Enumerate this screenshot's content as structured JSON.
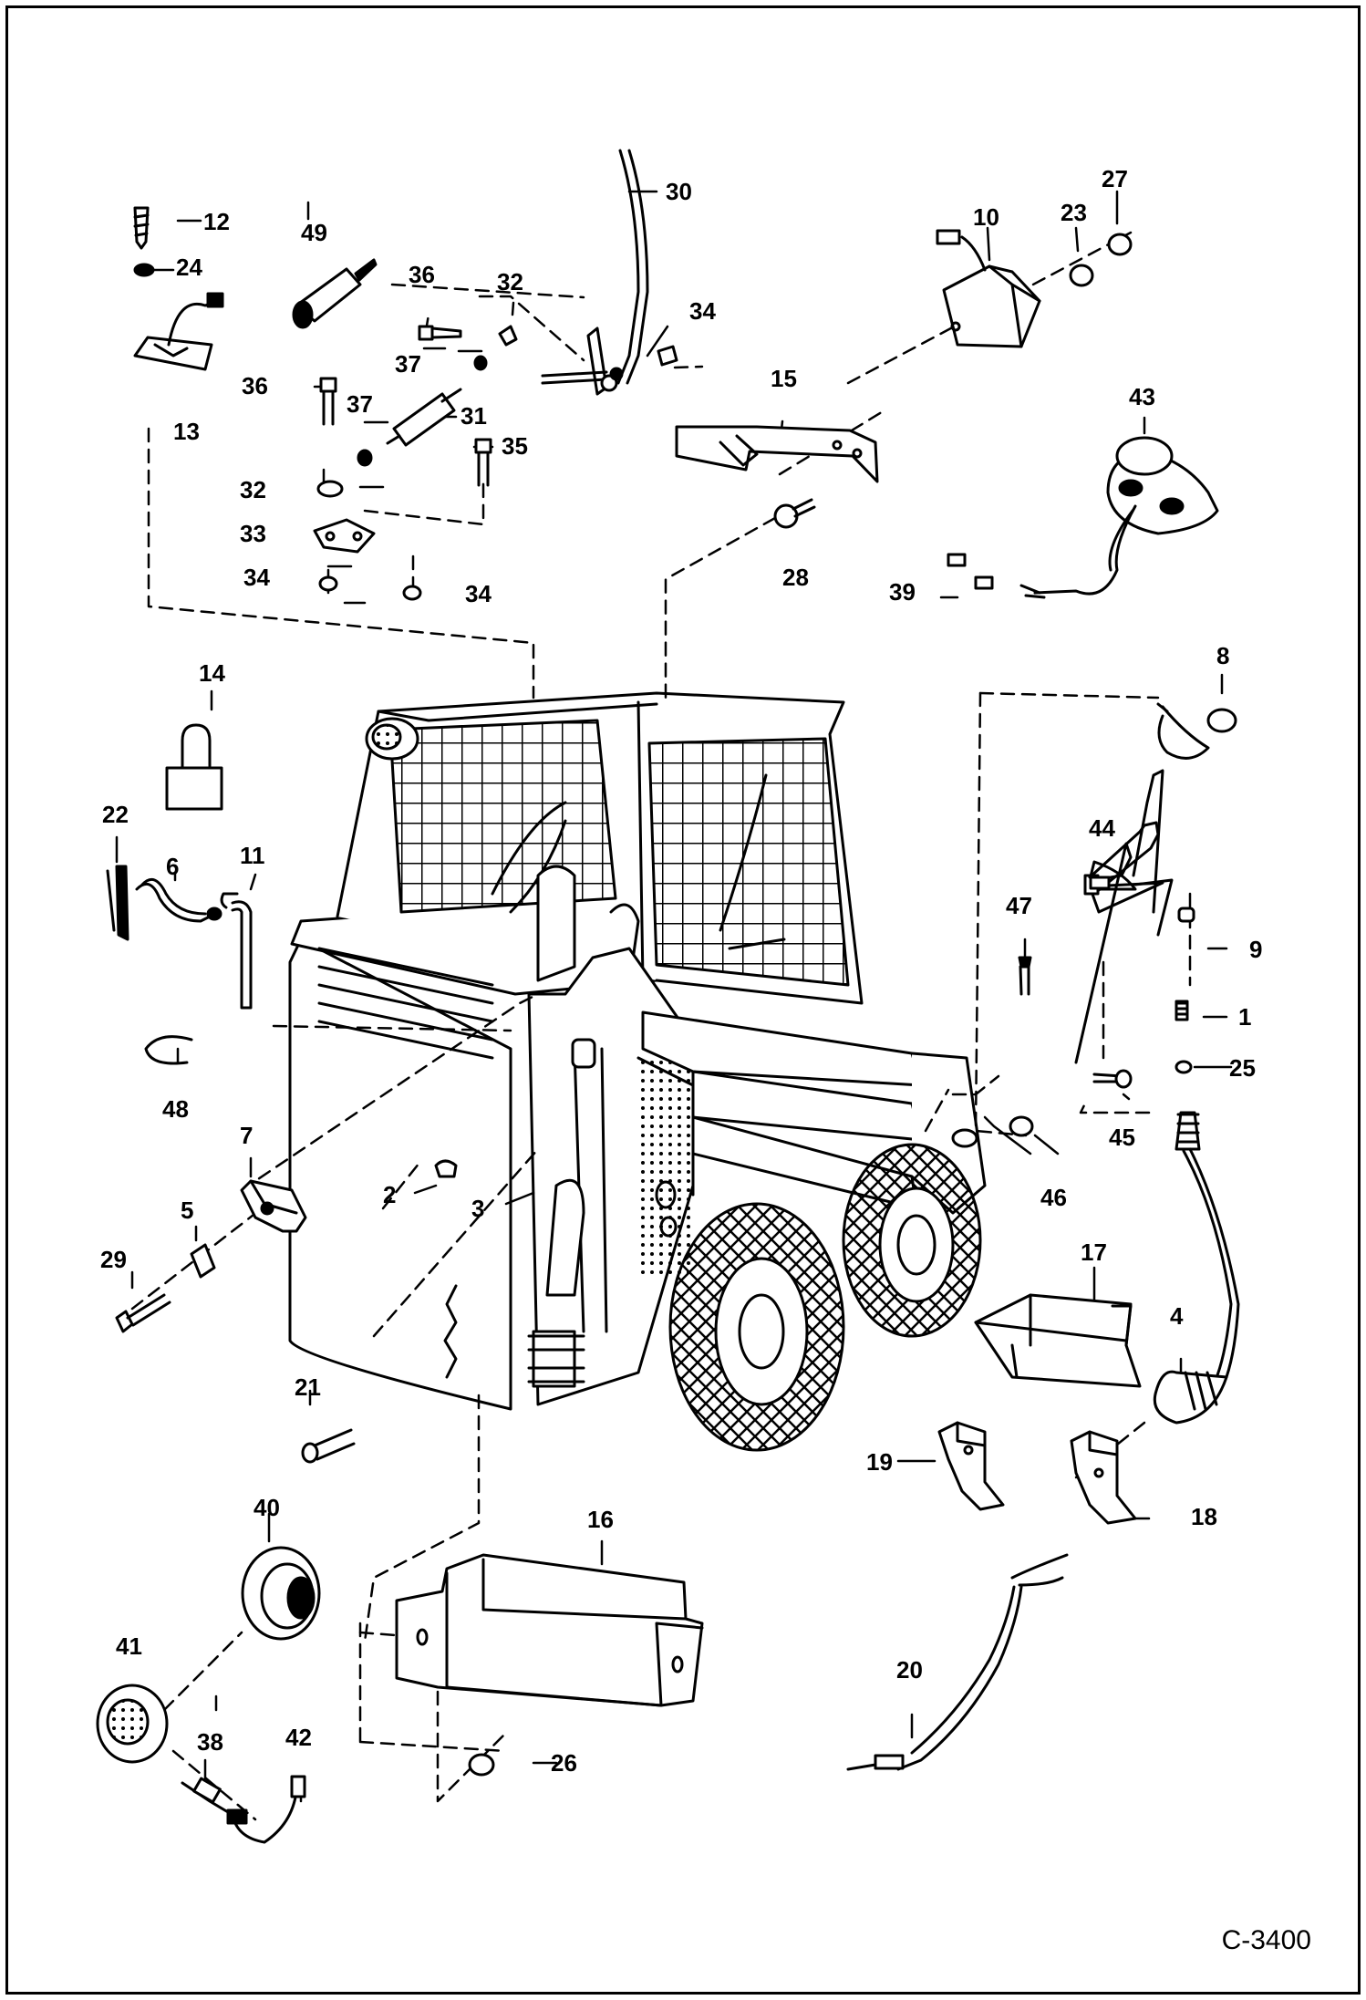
{
  "figure_code": "C-3400",
  "callouts": [
    "1",
    "2",
    "3",
    "4",
    "5",
    "6",
    "7",
    "8",
    "9",
    "10",
    "11",
    "12",
    "13",
    "14",
    "15",
    "16",
    "17",
    "18",
    "19",
    "20",
    "21",
    "22",
    "23",
    "24",
    "25",
    "26",
    "27",
    "28",
    "29",
    "30",
    "31",
    "32",
    "33",
    "34",
    "35",
    "36",
    "37",
    "38",
    "39",
    "40",
    "41",
    "42",
    "43",
    "44",
    "45",
    "46",
    "47",
    "48",
    "49"
  ],
  "labels": {
    "n1": "1",
    "n2": "2",
    "n3": "3",
    "n4": "4",
    "n5": "5",
    "n6": "6",
    "n7": "7",
    "n8": "8",
    "n9": "9",
    "n10": "10",
    "n11": "11",
    "n12": "12",
    "n13": "13",
    "n14": "14",
    "n15": "15",
    "n16": "16",
    "n17": "17",
    "n18": "18",
    "n19": "19",
    "n20": "20",
    "n21": "21",
    "n22": "22",
    "n23": "23",
    "n24": "24",
    "n25": "25",
    "n26": "26",
    "n27": "27",
    "n28": "28",
    "n29": "29",
    "n30": "30",
    "n31": "31",
    "n32": "32",
    "n33": "33",
    "n34": "34",
    "n35": "35",
    "n36": "36",
    "n37": "37",
    "n38": "38",
    "n39": "39",
    "n40": "40",
    "n41": "41",
    "n42": "42",
    "n43": "43",
    "n44": "44",
    "n45": "45",
    "n46": "46",
    "n47": "47",
    "n48": "48",
    "n49": "49"
  }
}
